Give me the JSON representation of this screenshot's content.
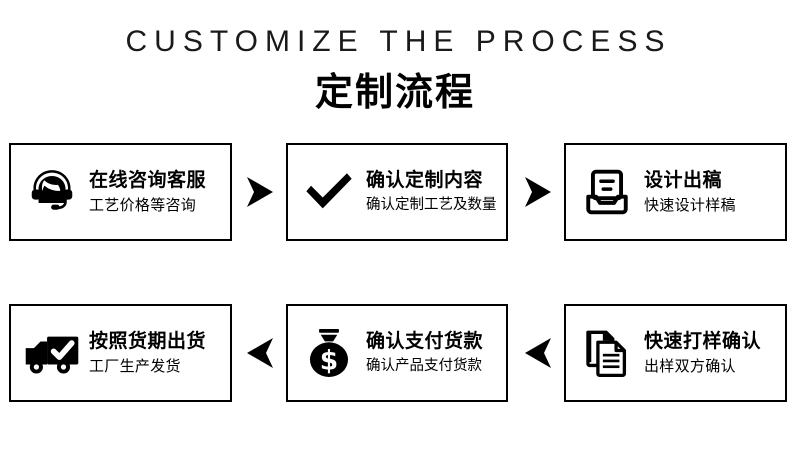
{
  "header": {
    "english_title": "CUSTOMIZE THE PROCESS",
    "chinese_title": "定制流程"
  },
  "theme": {
    "background": "#ffffff",
    "foreground": "#000000",
    "border": "#000000"
  },
  "flow": {
    "top_row": {
      "arrow_direction": "right",
      "arrow_icon": "triangle-right-icon",
      "steps": [
        {
          "icon": "headset-support-icon",
          "title": "在线咨询客服",
          "subtitle": "工艺价格等咨询"
        },
        {
          "icon": "checkmark-icon",
          "title": "确认定制内容",
          "subtitle": "确认定制工艺及数量"
        },
        {
          "icon": "design-tray-icon",
          "title": "设计出稿",
          "subtitle": "快速设计样稿"
        }
      ]
    },
    "bottom_row": {
      "arrow_direction": "left",
      "arrow_icon": "triangle-left-icon",
      "steps": [
        {
          "icon": "delivery-truck-check-icon",
          "title": "按照货期出货",
          "subtitle": "工厂生产发货"
        },
        {
          "icon": "money-bag-dollar-icon",
          "title": "确认支付货款",
          "subtitle": "确认产品支付货款"
        },
        {
          "icon": "documents-stack-icon",
          "title": "快速打样确认",
          "subtitle": "出样双方确认"
        }
      ]
    }
  }
}
